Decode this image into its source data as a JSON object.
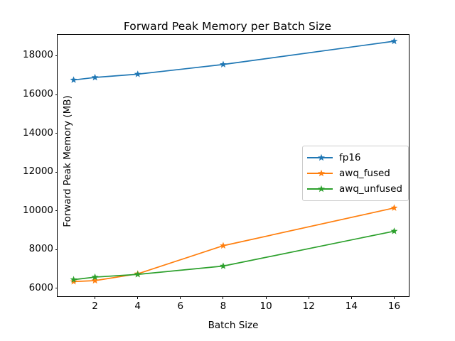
{
  "chart_data": {
    "type": "line",
    "title": "Forward Peak Memory per Batch Size",
    "xlabel": "Batch Size",
    "ylabel": "Forward Peak Memory (MB)",
    "x": [
      1,
      2,
      4,
      8,
      16
    ],
    "xlim": [
      0.25,
      16.75
    ],
    "ylim": [
      5520,
      19080
    ],
    "xticks": [
      2,
      4,
      6,
      8,
      10,
      12,
      14,
      16
    ],
    "xticklabels": [
      "2",
      "4",
      "6",
      "8",
      "10",
      "12",
      "14",
      "16"
    ],
    "yticks": [
      6000,
      8000,
      10000,
      12000,
      14000,
      16000,
      18000
    ],
    "yticklabels": [
      "6000",
      "8000",
      "10000",
      "12000",
      "14000",
      "16000",
      "18000"
    ],
    "grid": false,
    "legend_position": "center-right",
    "marker": "star",
    "series": [
      {
        "name": "fp16",
        "color": "#1f77b4",
        "values": [
          16750,
          16880,
          17050,
          17550,
          18750
        ]
      },
      {
        "name": "awq_fused",
        "color": "#ff7f0e",
        "values": [
          6350,
          6400,
          6750,
          8200,
          10150
        ]
      },
      {
        "name": "awq_unfused",
        "color": "#2ca02c",
        "values": [
          6450,
          6580,
          6720,
          7150,
          8950
        ]
      }
    ]
  },
  "legend": {
    "entries": [
      {
        "label": "fp16"
      },
      {
        "label": "awq_fused"
      },
      {
        "label": "awq_unfused"
      }
    ]
  }
}
